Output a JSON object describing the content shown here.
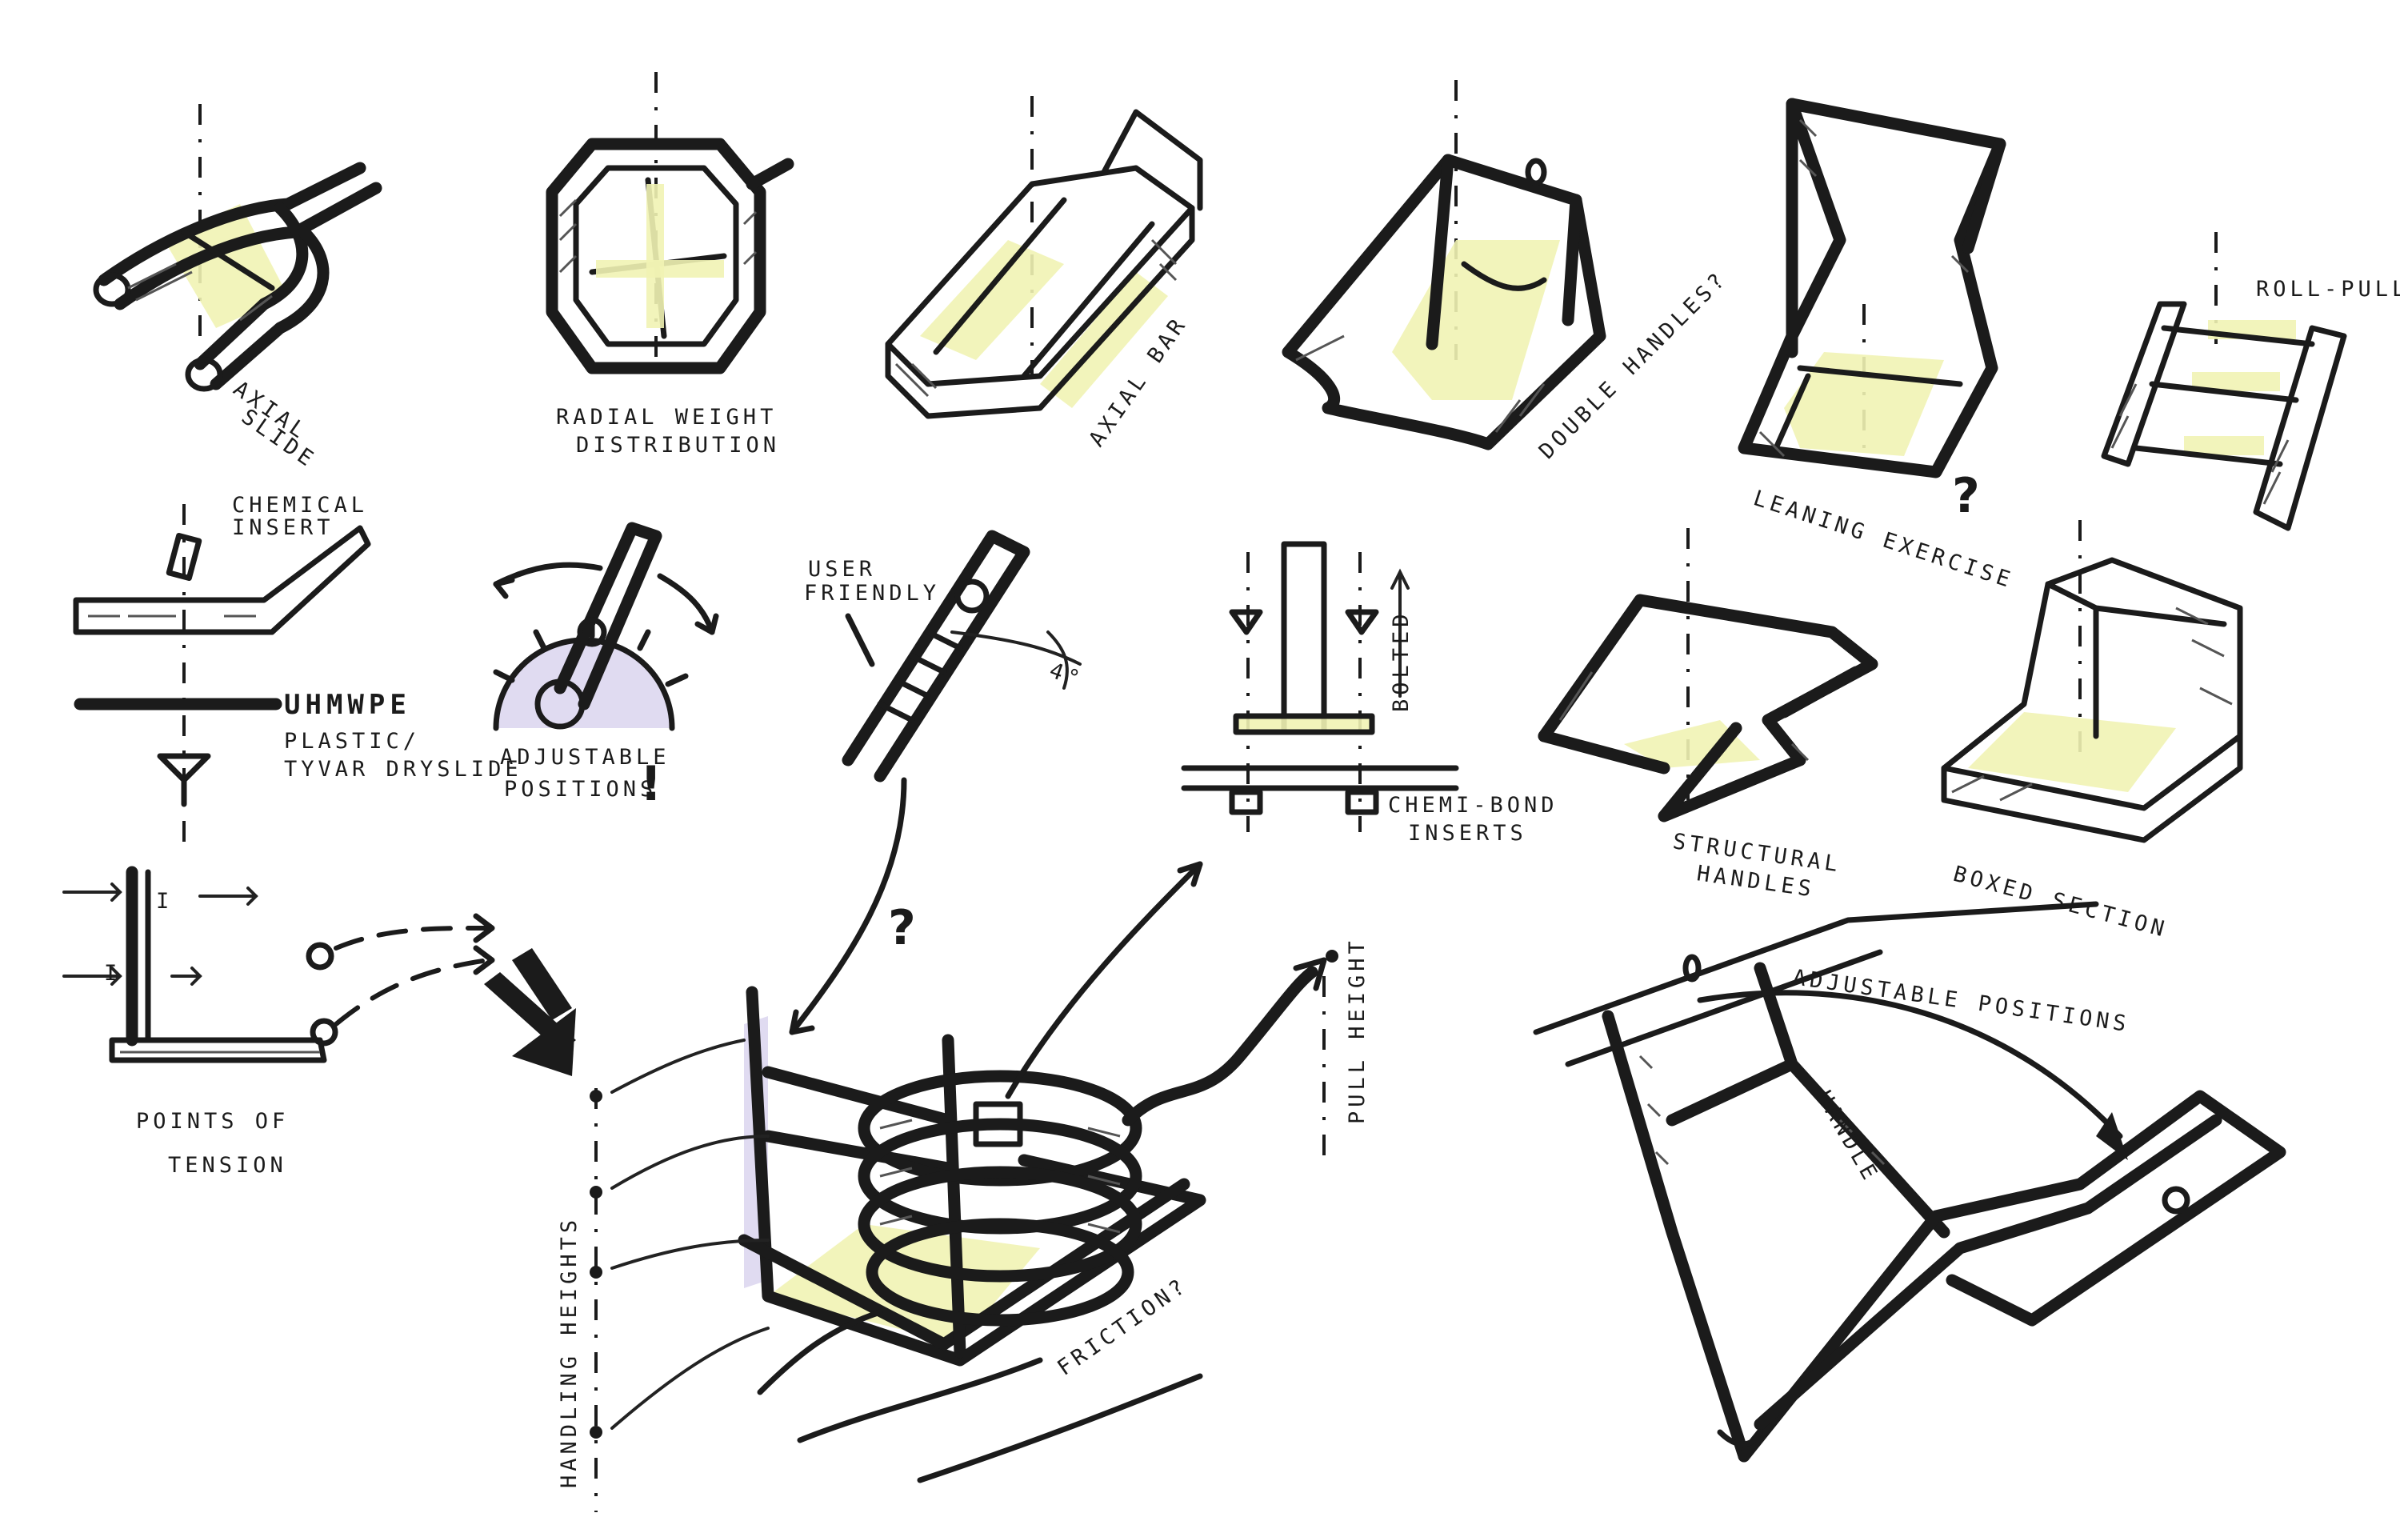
{
  "labels": {
    "axial_slide_1": "AXIAL",
    "axial_slide_2": "SLIDE",
    "radial_1": "RADIAL WEIGHT",
    "radial_2": "DISTRIBUTION",
    "axial_bar": "AXIAL BAR",
    "double_handles": "DOUBLE HANDLES?",
    "leaning_exercise": "LEANING EXERCISE",
    "question_mark": "?",
    "roll_pull": "ROLL-PULL",
    "chemical_insert_1": "CHEMICAL",
    "chemical_insert_2": "INSERT",
    "uhmwpe": "UHMWPE",
    "plastic": "PLASTIC/",
    "tyvar": "TYVAR DRYSLIDE",
    "adjustable_1": "ADJUSTABLE",
    "adjustable_2": "POSITIONS",
    "exclamation": "!",
    "user_friendly_1": "USER",
    "user_friendly_2": "FRIENDLY",
    "bolted": "BOLTED",
    "chemi_bond_1": "CHEMI-BOND",
    "chemi_bond_2": "INSERTS",
    "structural_1": "STRUCTURAL",
    "structural_2": "HANDLES",
    "boxed_section": "BOXED SECTION",
    "points_1": "POINTS OF",
    "points_2": "TENSION",
    "tension_mark_1": "I",
    "tension_mark_2": "I",
    "pull_height": "PULL HEIGHT",
    "handling_heights": "HANDLING HEIGHTS",
    "friction": "FRICTION?",
    "adjustable_positions_long": "ADJUSTABLE POSITIONS",
    "handle": "HANDLE",
    "center_question": "?"
  },
  "colors": {
    "ink": "#1b1b1b",
    "highlight_yellow": "#f1f3b4",
    "highlight_purple": "#ddd7ef"
  }
}
